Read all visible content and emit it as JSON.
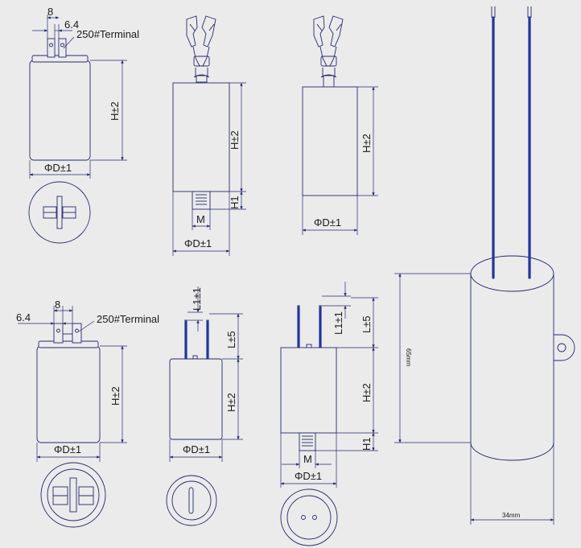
{
  "labels": {
    "dim_8": "8",
    "dim_6_4": "6.4",
    "terminal": "250#Terminal",
    "height": "H±2",
    "diameter": "ΦD±1",
    "h1": "H1",
    "m": "M",
    "l1": "L1±1",
    "l5": "L±5",
    "height_65": "65mm",
    "width_34": "34mm"
  },
  "colors": {
    "line": "#232a6e",
    "wire": "#23349a",
    "background": "#ebebeb"
  }
}
